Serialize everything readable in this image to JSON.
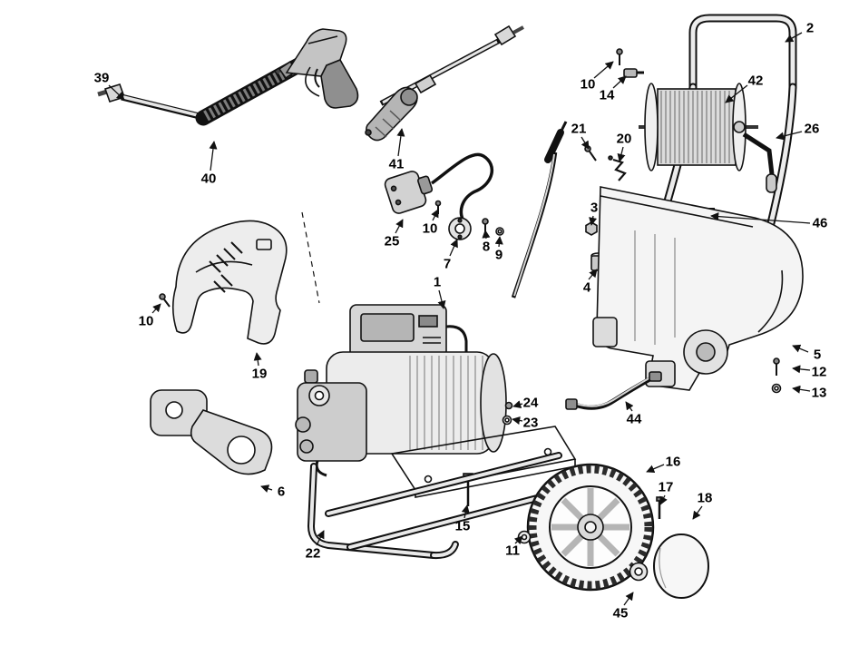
{
  "diagram": {
    "colors": {
      "background": "#ffffff",
      "line_art": "#111111"
    },
    "parts": {
      "p1": "1",
      "p2": "2",
      "p3": "3",
      "p4": "4",
      "p5": "5",
      "p6": "6",
      "p7": "7",
      "p8": "8",
      "p9": "9",
      "p10": "10",
      "p11": "11",
      "p12": "12",
      "p13": "13",
      "p14": "14",
      "p15": "15",
      "p16": "16",
      "p17": "17",
      "p18": "18",
      "p19": "19",
      "p20": "20",
      "p21": "21",
      "p22": "22",
      "p23": "23",
      "p24": "24",
      "p25": "25",
      "p26": "26",
      "p39": "39",
      "p40": "40",
      "p41": "41",
      "p42": "42",
      "p44": "44",
      "p45": "45",
      "p46": "46"
    }
  }
}
